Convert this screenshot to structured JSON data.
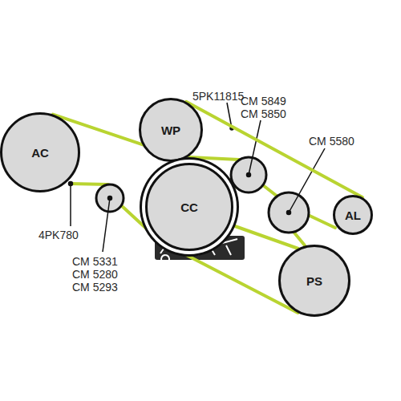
{
  "diagram": {
    "nodes": [
      {
        "text": [
          "AC"
        ]
      },
      {
        "text": [
          "WP"
        ]
      },
      {
        "text": [
          "CC"
        ]
      },
      {
        "text": [
          "AL"
        ]
      },
      {
        "text": [
          "PS"
        ]
      }
    ],
    "edges": [
      {
        "from": 0,
        "to": 2,
        "arrow": "none"
      },
      {
        "from": 1,
        "to": 3,
        "arrow": "none"
      },
      {
        "from": 2,
        "to": 4,
        "arrow": "none"
      }
    ],
    "labels": [
      "5PK11815",
      "CM 5849",
      "CM 5850",
      "CM 5580",
      "4PK780",
      "CM 5331",
      "CM 5280",
      "CM 5293"
    ]
  }
}
